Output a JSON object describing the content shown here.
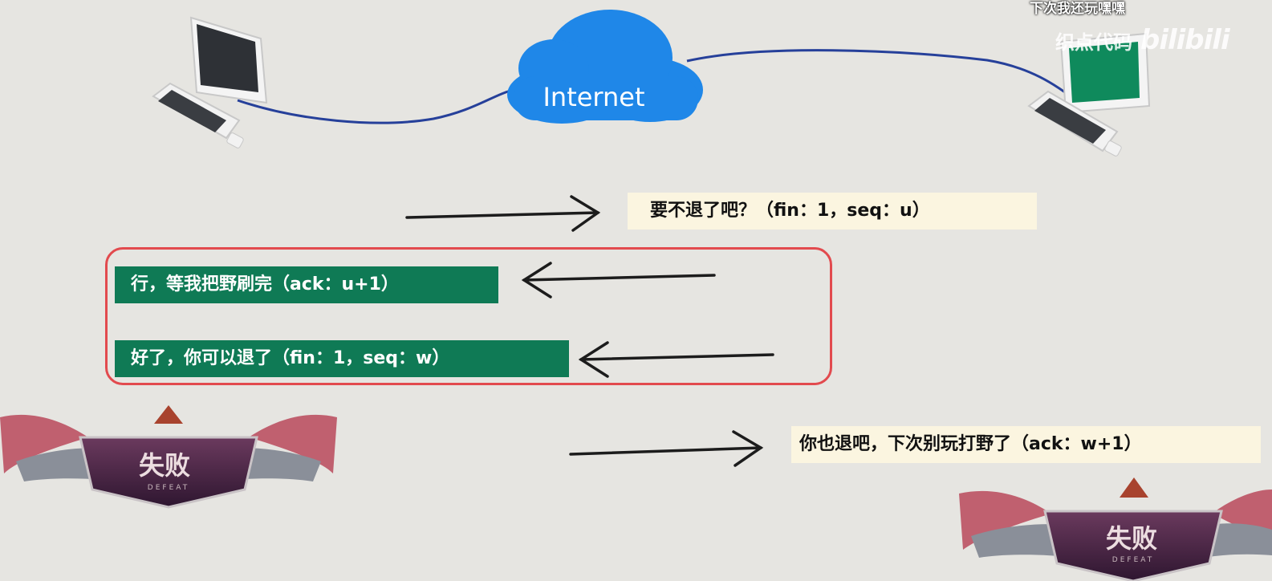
{
  "header": {
    "caption": "下次我还玩嘿嘿",
    "watermark": "织点代码",
    "logo": "bilibili"
  },
  "network": {
    "cloud_label": "Internet"
  },
  "messages": [
    {
      "text": "要不退了吧？（fin：1，seq：u）",
      "color": "#fbf5e0",
      "direction": "right"
    },
    {
      "text": "行，等我把野刷完（ack：u+1）",
      "color": "#0f7a55",
      "direction": "left"
    },
    {
      "text": "好了，你可以退了（fin：1，seq：w）",
      "color": "#0f7a55",
      "direction": "left"
    },
    {
      "text": "你也退吧，下次别玩打野了（ack：w+1）",
      "color": "#fbf5e0",
      "direction": "right"
    }
  ],
  "badges": [
    {
      "title": "失败",
      "subtitle": "DEFEAT"
    },
    {
      "title": "失败",
      "subtitle": "DEFEAT"
    }
  ],
  "colors": {
    "highlight_border": "#e24a4e",
    "cloud": "#1f87e8",
    "cable": "#26409a",
    "right_computer_screen": "#0f8a5c",
    "left_computer_screen": "#2e3136"
  }
}
